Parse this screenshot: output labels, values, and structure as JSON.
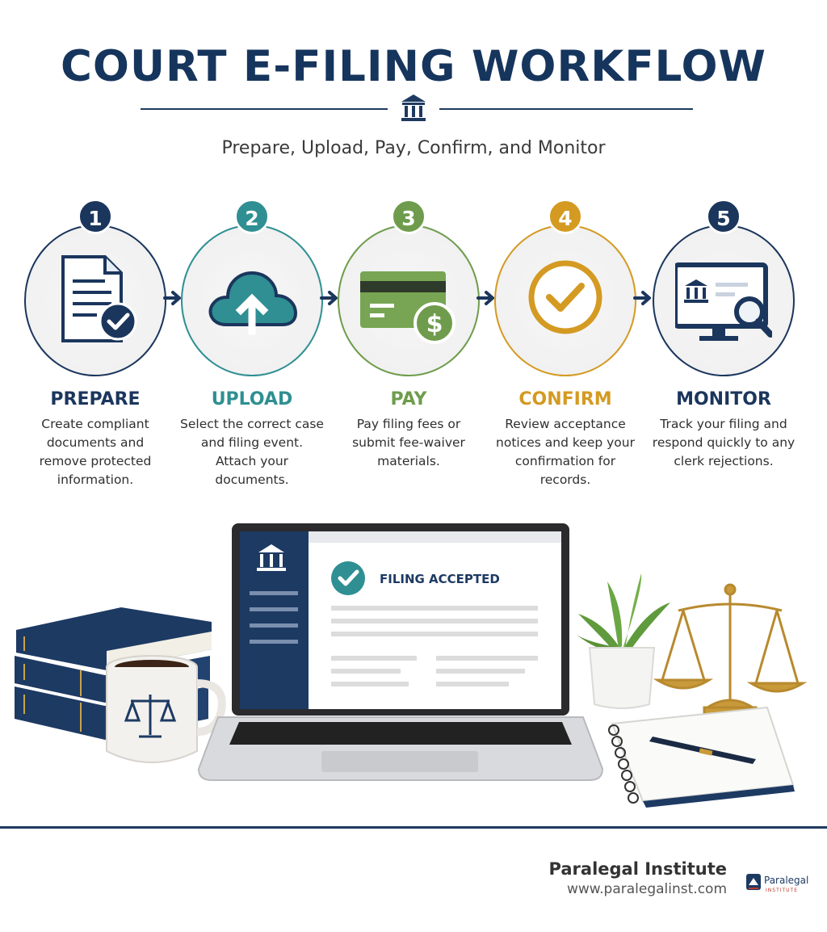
{
  "header": {
    "title": "COURT E-FILING WORKFLOW",
    "subtitle": "Prepare, Upload, Pay, Confirm, and Monitor"
  },
  "colors": {
    "navy": "#16355d",
    "teal": "#2f8f92",
    "green": "#6e9c4c",
    "gold": "#d49a22",
    "dark_navy": "#1b365d"
  },
  "steps": [
    {
      "number": "1",
      "title": "PREPARE",
      "description": "Create compliant documents and remove protected information.",
      "icon": "document-check-icon",
      "color": "#1b365d"
    },
    {
      "number": "2",
      "title": "UPLOAD",
      "description": "Select the correct case and filing event. Attach your documents.",
      "icon": "cloud-upload-icon",
      "color": "#2f8f92"
    },
    {
      "number": "3",
      "title": "PAY",
      "description": "Pay filing fees or submit fee-waiver materials.",
      "icon": "credit-card-dollar-icon",
      "color": "#6e9c4c"
    },
    {
      "number": "4",
      "title": "CONFIRM",
      "description": "Review acceptance notices and keep your confirmation for records.",
      "icon": "checkmark-circle-icon",
      "color": "#d49a22"
    },
    {
      "number": "5",
      "title": "MONITOR",
      "description": "Track your filing and respond quickly to any clerk rejections.",
      "icon": "monitor-search-icon",
      "color": "#1b365d"
    }
  ],
  "scene": {
    "laptop_screen_status": "FILING ACCEPTED"
  },
  "footer": {
    "name": "Paralegal Institute",
    "url": "www.paralegalinst.com",
    "logo_text": "Paralegal",
    "logo_subtext": "INSTITUTE"
  }
}
